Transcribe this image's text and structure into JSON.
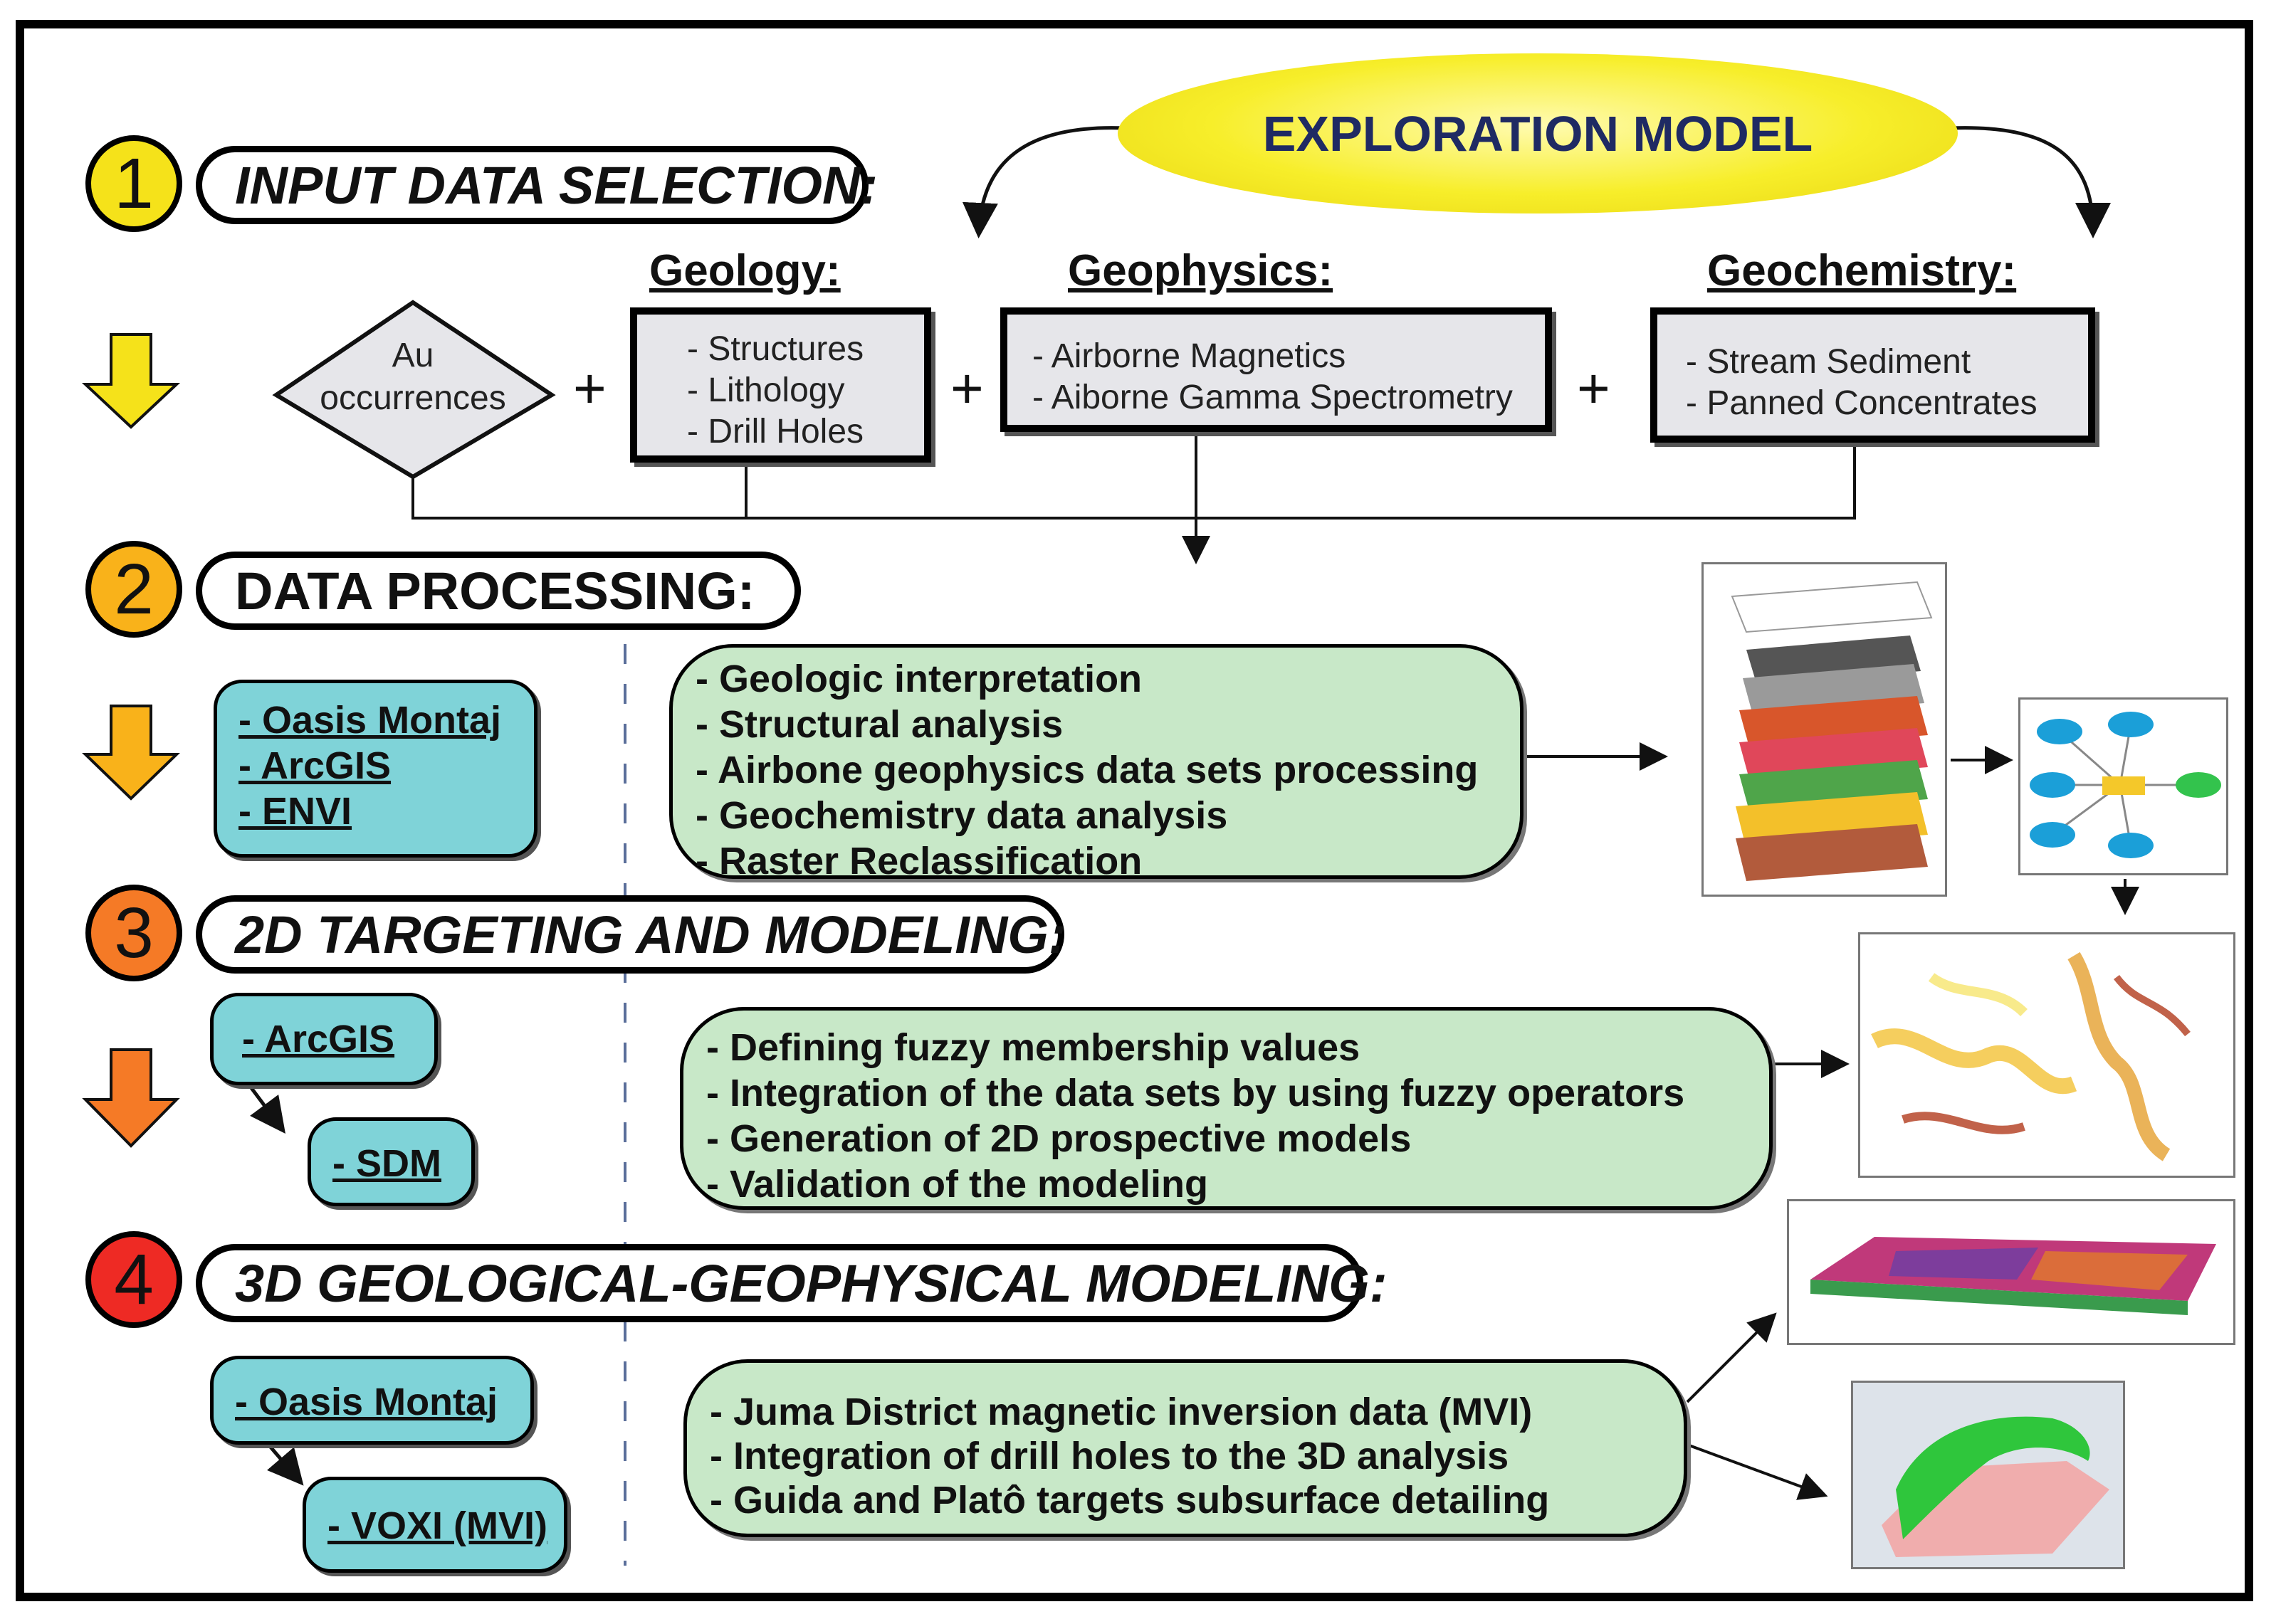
{
  "exploration_model": "EXPLORATION MODEL",
  "steps": [
    {
      "number": "1",
      "title": "INPUT DATA SELECTION:",
      "color": "#f5e21a"
    },
    {
      "number": "2",
      "title": "DATA PROCESSING:",
      "color": "#f9b21a"
    },
    {
      "number": "3",
      "title": "2D TARGETING AND MODELING:",
      "color": "#f57a26"
    },
    {
      "number": "4",
      "title": "3D GEOLOGICAL-GEOPHYSICAL MODELING:",
      "color": "#ee2a24"
    }
  ],
  "inputs": {
    "au": [
      "Au",
      "occurrences"
    ],
    "geology": {
      "header": "Geology:",
      "items": [
        "- Structures",
        "- Lithology",
        "- Drill Holes"
      ]
    },
    "geophysics": {
      "header": "Geophysics:",
      "items": [
        "- Airborne Magnetics",
        "- Aiborne Gamma Spectrometry"
      ]
    },
    "geochemistry": {
      "header": "Geochemistry:",
      "items": [
        "- Stream Sediment",
        "- Panned Concentrates"
      ]
    },
    "plus": "+"
  },
  "processing": {
    "tools": [
      "- Oasis Montaj",
      "- ArcGIS",
      "- ENVI"
    ],
    "tasks": [
      "- Geologic interpretation",
      "- Structural analysis",
      "- Airbone geophysics data sets processing",
      "- Geochemistry data analysis",
      "- Raster Reclassification"
    ]
  },
  "targeting": {
    "tools": [
      "- ArcGIS",
      "- SDM"
    ],
    "tasks": [
      "- Defining fuzzy membership values",
      "- Integration of the data sets by using fuzzy operators",
      "- Generation of 2D prospective models",
      "- Validation of the modeling"
    ]
  },
  "modeling3d": {
    "tools": [
      "- Oasis Montaj",
      "- VOXI (MVI)"
    ],
    "tasks": [
      "- Juma District magnetic inversion data (MVI)",
      "- Integration of drill holes to the 3D analysis",
      "- Guida and Platô targets subsurface detailing"
    ]
  },
  "colors": {
    "teal": "#7fd3d8",
    "green": "#c8e8c8",
    "gray": "#e6e6ea",
    "ellipse": "#f7ee2a"
  }
}
